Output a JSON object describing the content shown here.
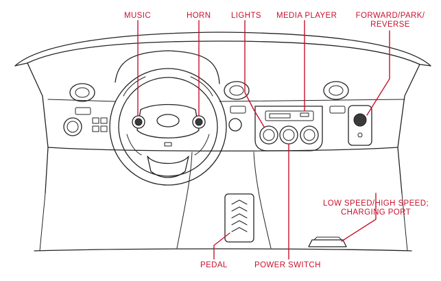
{
  "colors": {
    "accent": "#c8102e",
    "ink": "#222222"
  },
  "labels": {
    "music": "MUSIC",
    "horn": "HORN",
    "lights": "LIGHTS",
    "media_player": "MEDIA PLAYER",
    "forward_park_reverse_line1": "FORWARD/PARK/",
    "forward_park_reverse_line2": "REVERSE",
    "low_high_charging_line1": "LOW SPEED/HIGH SPEED;",
    "low_high_charging_line2": "CHARGING PORT",
    "pedal": "PEDAL",
    "power_switch": "POWER SWITCH"
  }
}
